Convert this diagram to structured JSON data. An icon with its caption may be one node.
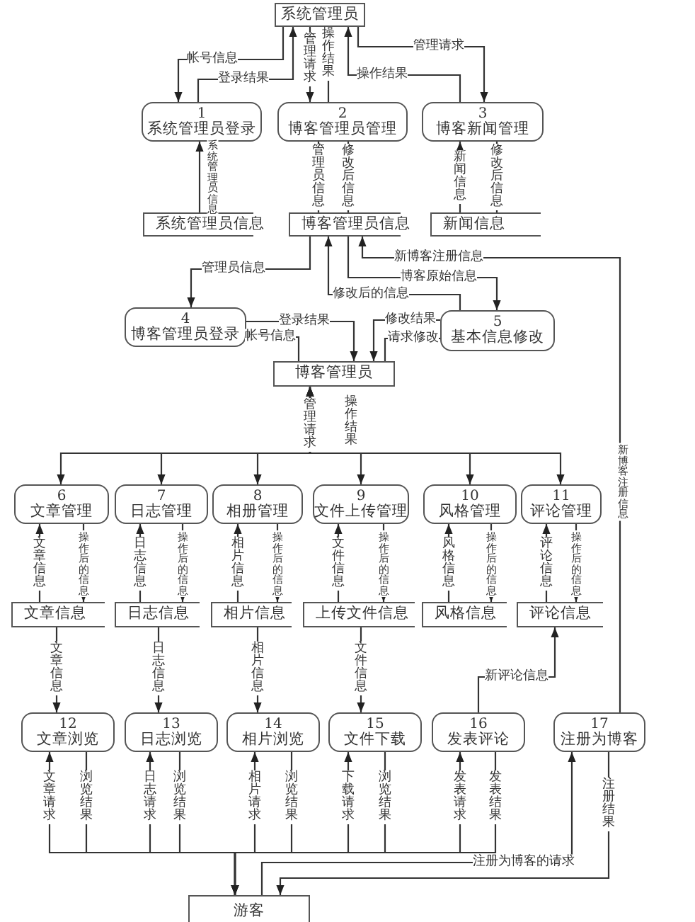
{
  "diagram": {
    "nodes": [
      {
        "text": [
          "系统管理员"
        ]
      },
      {
        "text": [
          "1",
          "系统管理员登录"
        ]
      },
      {
        "text": [
          "2",
          "博客管理员管理"
        ]
      },
      {
        "text": [
          "3",
          "博客新闻管理"
        ]
      },
      {
        "text": [
          "系统管理员信息"
        ]
      },
      {
        "text": [
          "博客管理员信息"
        ]
      },
      {
        "text": [
          "新闻信息"
        ]
      },
      {
        "text": [
          "4",
          "博客管理员登录"
        ]
      },
      {
        "text": [
          "5",
          "基本信息修改"
        ]
      },
      {
        "text": [
          "博客管理员"
        ]
      },
      {
        "text": [
          "6",
          "文章管理"
        ]
      },
      {
        "text": [
          "7",
          "日志管理"
        ]
      },
      {
        "text": [
          "8",
          "相册管理"
        ]
      },
      {
        "text": [
          "9",
          "文件上传管理"
        ]
      },
      {
        "text": [
          "10",
          "风格管理"
        ]
      },
      {
        "text": [
          "11",
          "评论管理"
        ]
      },
      {
        "text": [
          "文章信息"
        ]
      },
      {
        "text": [
          "日志信息"
        ]
      },
      {
        "text": [
          "相片信息"
        ]
      },
      {
        "text": [
          "上传文件信息"
        ]
      },
      {
        "text": [
          "风格信息"
        ]
      },
      {
        "text": [
          "评论信息"
        ]
      },
      {
        "text": [
          "12",
          "文章浏览"
        ]
      },
      {
        "text": [
          "13",
          "日志浏览"
        ]
      },
      {
        "text": [
          "14",
          "相片浏览"
        ]
      },
      {
        "text": [
          "15",
          "文件下载"
        ]
      },
      {
        "text": [
          "16",
          "发表评论"
        ]
      },
      {
        "text": [
          "17",
          "注册为博客"
        ]
      },
      {
        "text": [
          "游客"
        ]
      }
    ],
    "edges": [
      {
        "from": 0,
        "to": 1,
        "arrow": "to",
        "label": "帐号信息"
      },
      {
        "from": 1,
        "to": 0,
        "arrow": "to",
        "label": "登录结果"
      },
      {
        "from": 0,
        "to": 2,
        "arrow": "to",
        "label": "管理请求"
      },
      {
        "from": 2,
        "to": 0,
        "arrow": "to",
        "label": "操作结果"
      },
      {
        "from": 3,
        "to": 0,
        "arrow": "to",
        "label": "操作结果"
      },
      {
        "from": 0,
        "to": 3,
        "arrow": "to",
        "label": "管理请求"
      },
      {
        "from": 4,
        "to": 1,
        "arrow": "to",
        "label": "系统管理员信息"
      },
      {
        "from": 5,
        "to": 2,
        "arrow": "to",
        "label": "管理员信息"
      },
      {
        "from": 2,
        "to": 5,
        "arrow": "to",
        "label": "修改后信息"
      },
      {
        "from": 6,
        "to": 3,
        "arrow": "to",
        "label": "新闻信息"
      },
      {
        "from": 3,
        "to": 6,
        "arrow": "to",
        "label": "修改后信息"
      },
      {
        "from": 5,
        "to": 7,
        "arrow": "to",
        "label": "管理员信息"
      },
      {
        "from": 8,
        "to": 5,
        "arrow": "to",
        "label": "修改后的信息"
      },
      {
        "from": 5,
        "to": 8,
        "arrow": "to",
        "label": "博客原始信息"
      },
      {
        "from": 27,
        "to": 5,
        "arrow": "to",
        "label": "新博客注册信息"
      },
      {
        "from": 7,
        "to": 9,
        "arrow": "to",
        "label": "登录结果"
      },
      {
        "from": 9,
        "to": 7,
        "arrow": "to",
        "label": "帐号信息"
      },
      {
        "from": 8,
        "to": 9,
        "arrow": "to",
        "label": "修改结果"
      },
      {
        "from": 9,
        "to": 8,
        "arrow": "to",
        "label": "请求修改"
      },
      {
        "from": 9,
        "to": 10,
        "arrow": "both"
      },
      {
        "from": 9,
        "to": 11,
        "arrow": "both"
      },
      {
        "from": 9,
        "to": 12,
        "arrow": "both"
      },
      {
        "from": 9,
        "to": 13,
        "arrow": "both"
      },
      {
        "from": 9,
        "to": 14,
        "arrow": "both"
      },
      {
        "from": 9,
        "to": 15,
        "arrow": "both"
      },
      {
        "from": 16,
        "to": 10,
        "arrow": "to",
        "label": "文章信息"
      },
      {
        "from": 17,
        "to": 11,
        "arrow": "to",
        "label": "日志信息"
      },
      {
        "from": 18,
        "to": 12,
        "arrow": "to",
        "label": "相片信息"
      },
      {
        "from": 19,
        "to": 13,
        "arrow": "to",
        "label": "文件信息"
      },
      {
        "from": 20,
        "to": 14,
        "arrow": "to",
        "label": "风格信息"
      },
      {
        "from": 21,
        "to": 15,
        "arrow": "to",
        "label": "评论信息"
      },
      {
        "from": 10,
        "to": 16,
        "arrow": "to",
        "label": "操作后的信息"
      },
      {
        "from": 11,
        "to": 17,
        "arrow": "to",
        "label": "操作后的信息"
      },
      {
        "from": 12,
        "to": 18,
        "arrow": "to",
        "label": "操作后的信息"
      },
      {
        "from": 13,
        "to": 19,
        "arrow": "to",
        "label": "操作后的信息"
      },
      {
        "from": 14,
        "to": 20,
        "arrow": "to",
        "label": "操作后的信息"
      },
      {
        "from": 15,
        "to": 21,
        "arrow": "to",
        "label": "操作后的信息"
      },
      {
        "from": 16,
        "to": 22,
        "arrow": "to",
        "label": "文章信息"
      },
      {
        "from": 17,
        "to": 23,
        "arrow": "to",
        "label": "日志信息"
      },
      {
        "from": 18,
        "to": 24,
        "arrow": "to",
        "label": "相片信息"
      },
      {
        "from": 19,
        "to": 25,
        "arrow": "to",
        "label": "文件信息"
      },
      {
        "from": 26,
        "to": 21,
        "arrow": "to",
        "label": "新评论信息"
      },
      {
        "from": 28,
        "to": 22,
        "arrow": "to",
        "label": "文章请求"
      },
      {
        "from": 22,
        "to": 28,
        "arrow": "to",
        "label": "浏览结果"
      },
      {
        "from": 28,
        "to": 23,
        "arrow": "to",
        "label": "日志请求"
      },
      {
        "from": 23,
        "to": 28,
        "arrow": "to",
        "label": "浏览结果"
      },
      {
        "from": 28,
        "to": 24,
        "arrow": "to",
        "label": "相片请求"
      },
      {
        "from": 24,
        "to": 28,
        "arrow": "to",
        "label": "浏览结果"
      },
      {
        "from": 28,
        "to": 25,
        "arrow": "to",
        "label": "下载请求"
      },
      {
        "from": 25,
        "to": 28,
        "arrow": "to",
        "label": "浏览结果"
      },
      {
        "from": 28,
        "to": 26,
        "arrow": "to",
        "label": "发表请求"
      },
      {
        "from": 26,
        "to": 28,
        "arrow": "to",
        "label": "发表结果"
      },
      {
        "from": 28,
        "to": 27,
        "arrow": "to",
        "label": "注册为博客的请求"
      },
      {
        "from": 27,
        "to": 28,
        "arrow": "to",
        "label": "注册结果"
      }
    ],
    "labels": [
      "管理请求",
      "操作结果",
      "新博客注册信息"
    ]
  }
}
